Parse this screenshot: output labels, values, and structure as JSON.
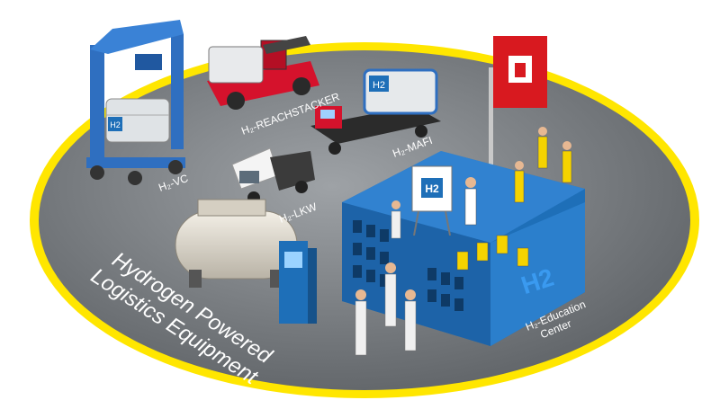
{
  "diagram": {
    "title_lines": [
      "Hydrogen Powered",
      "Logistics Equipment"
    ],
    "labels": {
      "vc": "H₂-VC",
      "reachstacker": "H₂-REACHSTACKER",
      "mafi": "H₂-MAFI",
      "lkw": "H₂-LKW",
      "education_center_lines": [
        "H₂-Education",
        "Center"
      ]
    },
    "badges": {
      "container_mafi": "H2",
      "container_vc": "H2",
      "whiteboard": "H2",
      "building": "H2"
    },
    "icons": {
      "flag": "hamburg-flag-icon",
      "fuel_station": "fuel-dispenser-icon"
    },
    "colors": {
      "platform": "#6f7377",
      "rim": "#ffe600",
      "brand_blue": "#1e6fb8",
      "flag_red": "#d8191f",
      "vehicle_red": "#d5122c"
    }
  }
}
